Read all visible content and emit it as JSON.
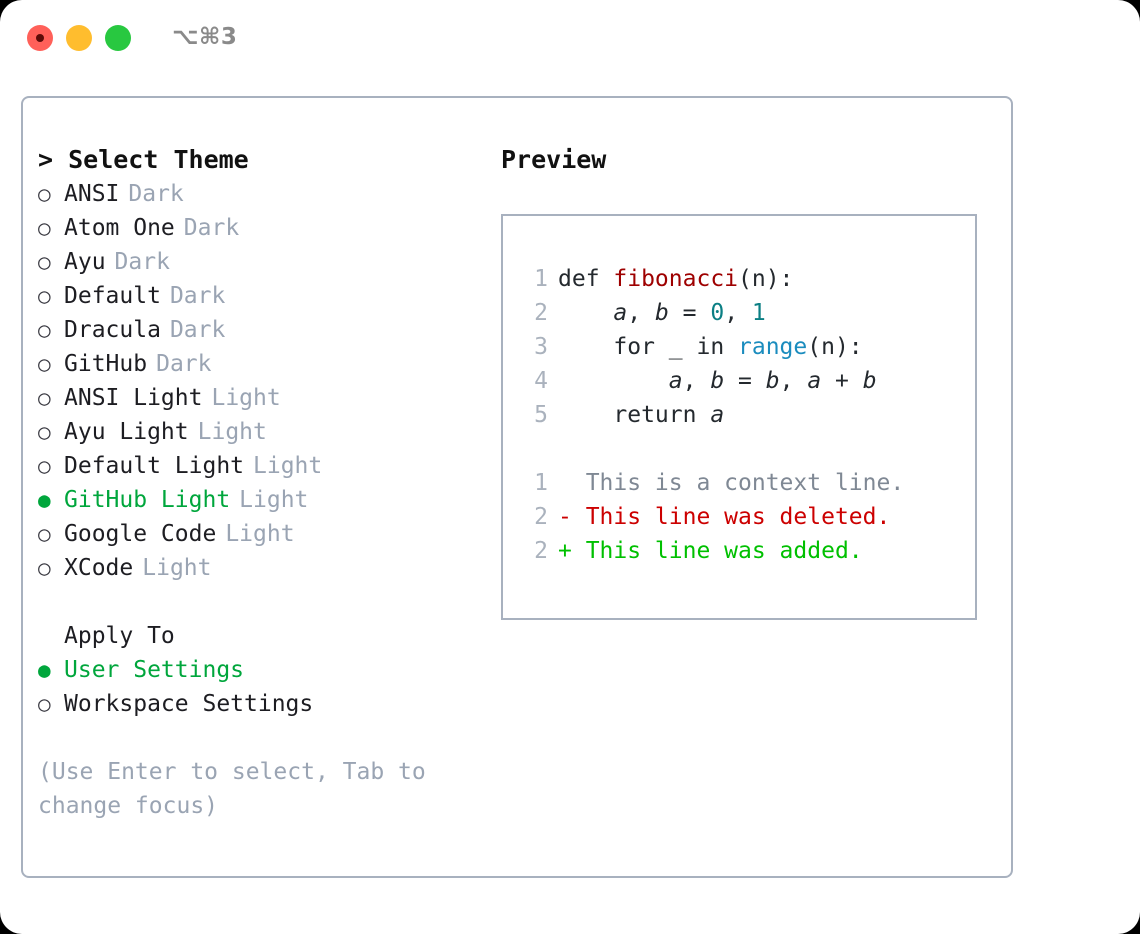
{
  "window": {
    "shortcut": "⌥⌘3",
    "traffic_lights": [
      "close-dot",
      "minimize-dot",
      "zoom-dot"
    ],
    "colors": {
      "close": "#ff6059",
      "minimize": "#ffbd2e",
      "zoom": "#28c840",
      "panel_border": "#a8b1bf",
      "accent_green": "#00a63c",
      "muted": "#9aa4b3"
    }
  },
  "theme_picker": {
    "header": "> Select Theme",
    "items": [
      {
        "marker": "○",
        "name": "ANSI",
        "tag": "Dark",
        "selected": false
      },
      {
        "marker": "○",
        "name": "Atom One",
        "tag": "Dark",
        "selected": false
      },
      {
        "marker": "○",
        "name": "Ayu",
        "tag": "Dark",
        "selected": false
      },
      {
        "marker": "○",
        "name": "Default",
        "tag": "Dark",
        "selected": false
      },
      {
        "marker": "○",
        "name": "Dracula",
        "tag": "Dark",
        "selected": false
      },
      {
        "marker": "○",
        "name": "GitHub",
        "tag": "Dark",
        "selected": false
      },
      {
        "marker": "○",
        "name": "ANSI Light",
        "tag": "Light",
        "selected": false
      },
      {
        "marker": "○",
        "name": "Ayu Light",
        "tag": "Light",
        "selected": false
      },
      {
        "marker": "○",
        "name": "Default Light",
        "tag": "Light",
        "selected": false
      },
      {
        "marker": "●",
        "name": "GitHub Light",
        "tag": "Light",
        "selected": true
      },
      {
        "marker": "○",
        "name": "Google Code",
        "tag": "Light",
        "selected": false
      },
      {
        "marker": "○",
        "name": "XCode",
        "tag": "Light",
        "selected": false
      }
    ]
  },
  "apply_to": {
    "header": "Apply To",
    "items": [
      {
        "marker": "●",
        "name": "User Settings",
        "selected": true
      },
      {
        "marker": "○",
        "name": "Workspace Settings",
        "selected": false
      }
    ]
  },
  "hint": "(Use Enter to select, Tab to change focus)",
  "preview": {
    "header": "Preview",
    "code_lines": [
      {
        "num": "1",
        "tokens": [
          {
            "t": "def ",
            "k": "plain"
          },
          {
            "t": "fibonacci",
            "k": "fn"
          },
          {
            "t": "(n):",
            "k": "plain"
          }
        ]
      },
      {
        "num": "2",
        "tokens": [
          {
            "t": "    ",
            "k": "plain"
          },
          {
            "t": "a",
            "k": "var"
          },
          {
            "t": ", ",
            "k": "plain"
          },
          {
            "t": "b",
            "k": "var"
          },
          {
            "t": " = ",
            "k": "plain"
          },
          {
            "t": "0",
            "k": "num"
          },
          {
            "t": ", ",
            "k": "plain"
          },
          {
            "t": "1",
            "k": "num"
          }
        ]
      },
      {
        "num": "3",
        "tokens": [
          {
            "t": "    for _ in ",
            "k": "plain"
          },
          {
            "t": "range",
            "k": "builtin"
          },
          {
            "t": "(n):",
            "k": "plain"
          }
        ]
      },
      {
        "num": "4",
        "tokens": [
          {
            "t": "        ",
            "k": "plain"
          },
          {
            "t": "a",
            "k": "var"
          },
          {
            "t": ", ",
            "k": "plain"
          },
          {
            "t": "b",
            "k": "var"
          },
          {
            "t": " = ",
            "k": "plain"
          },
          {
            "t": "b",
            "k": "var"
          },
          {
            "t": ", ",
            "k": "plain"
          },
          {
            "t": "a",
            "k": "var"
          },
          {
            "t": " + ",
            "k": "plain"
          },
          {
            "t": "b",
            "k": "var"
          }
        ]
      },
      {
        "num": "5",
        "tokens": [
          {
            "t": "    return ",
            "k": "plain"
          },
          {
            "t": "a",
            "k": "var"
          }
        ]
      }
    ],
    "diff_lines": [
      {
        "num": "1",
        "sign": "  ",
        "text": "This is a context line.",
        "kind": "ctx"
      },
      {
        "num": "2",
        "sign": "- ",
        "text": "This line was deleted.",
        "kind": "del"
      },
      {
        "num": "2",
        "sign": "+ ",
        "text": "This line was added.",
        "kind": "add"
      }
    ]
  }
}
